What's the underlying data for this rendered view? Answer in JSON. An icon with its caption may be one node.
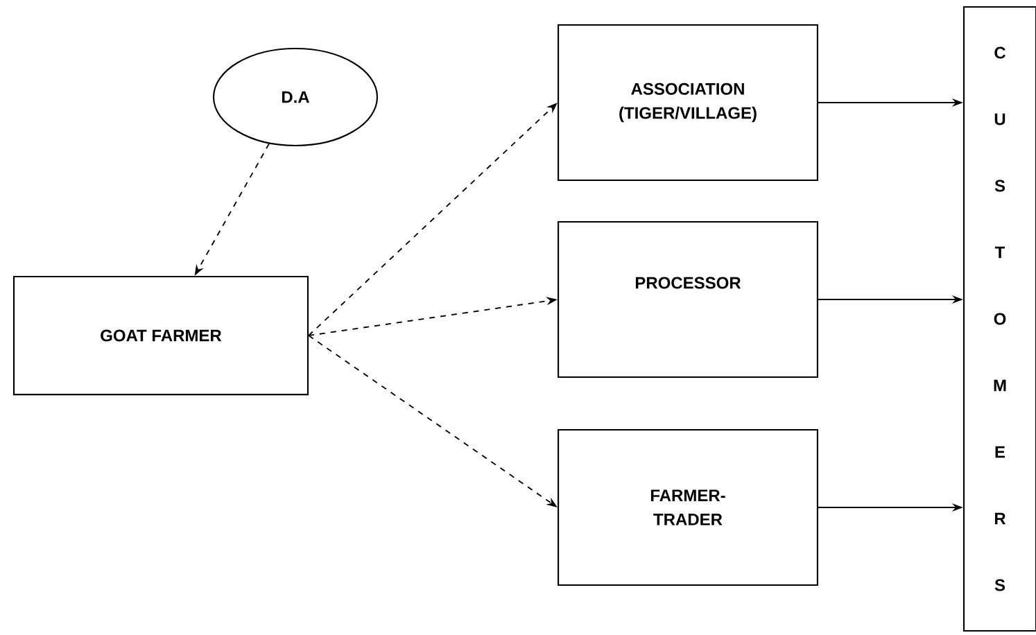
{
  "diagram": {
    "nodes": [
      {
        "text": [
          "D.A"
        ]
      },
      {
        "text": [
          "GOAT FARMER"
        ]
      },
      {
        "text": [
          "ASSOCIATION (TIGER/VILLAGE)"
        ]
      },
      {
        "text": [
          "PROCESSOR"
        ]
      },
      {
        "text": [
          "FARMER- TRADER"
        ]
      },
      {
        "text": [
          "CUSTOMERS"
        ]
      }
    ],
    "edges": [
      {
        "from": 0,
        "to": 1,
        "arrow": "to",
        "style": "dashed"
      },
      {
        "from": 1,
        "to": 2,
        "arrow": "to",
        "style": "dashed"
      },
      {
        "from": 1,
        "to": 3,
        "arrow": "to",
        "style": "dashed"
      },
      {
        "from": 1,
        "to": 4,
        "arrow": "to",
        "style": "dashed"
      },
      {
        "from": 2,
        "to": 5,
        "arrow": "to"
      },
      {
        "from": 3,
        "to": 5,
        "arrow": "to"
      },
      {
        "from": 4,
        "to": 5,
        "arrow": "to"
      }
    ]
  }
}
